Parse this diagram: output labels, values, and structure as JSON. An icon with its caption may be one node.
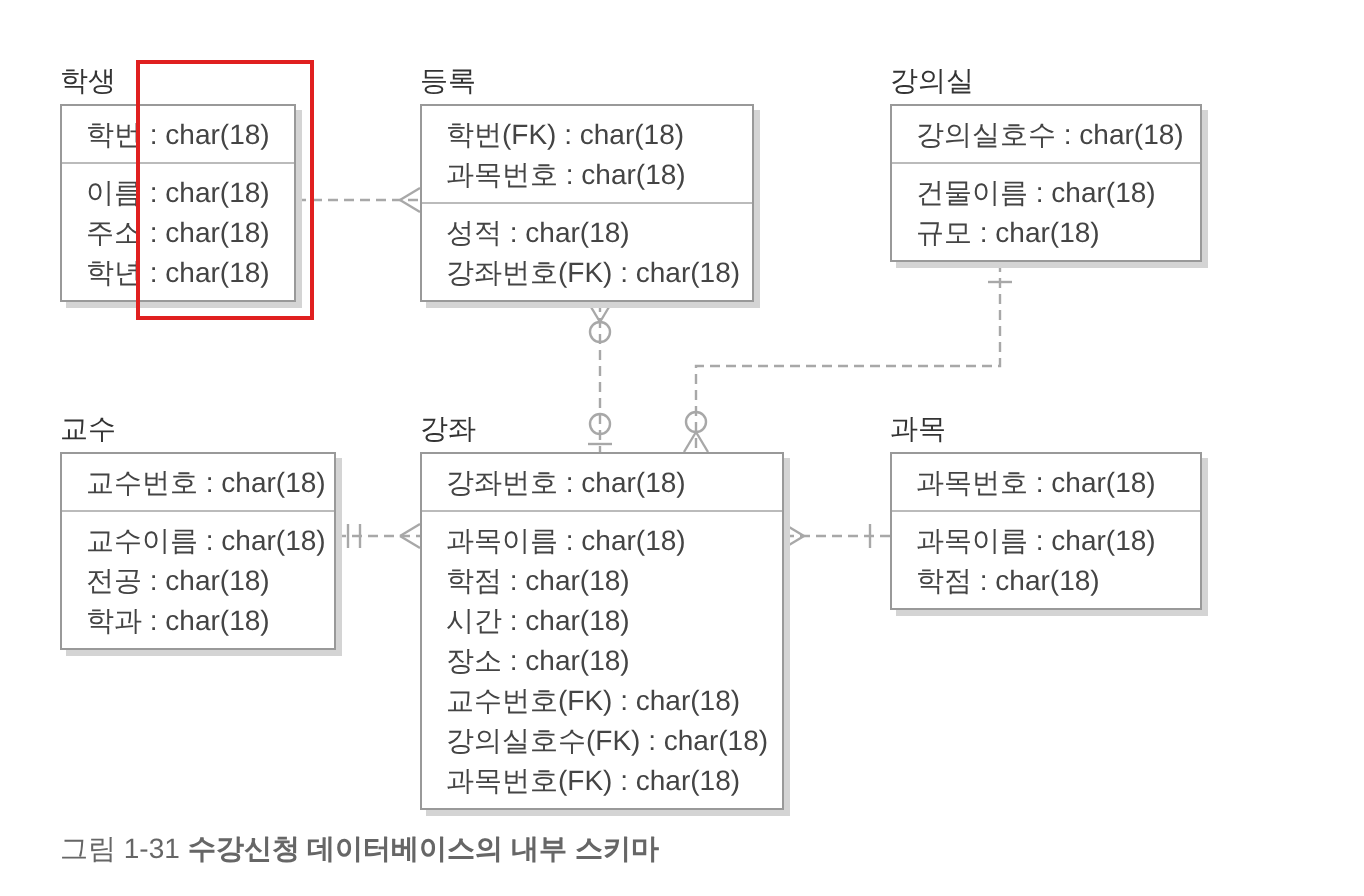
{
  "diagram": {
    "caption": "그림 1-31 **수강신청 데이터베이스의 내부 스키마**",
    "nodes": [
      {
        "text": [
          "학생",
          "학번 : char(18)",
          "이름 : char(18)",
          "주소 : char(18)",
          "학년 : char(18)"
        ]
      },
      {
        "text": [
          "등록",
          "학번(FK) : char(18)",
          "과목번호 : char(18)",
          "성적 : char(18)",
          "강좌번호(FK) : char(18)"
        ]
      },
      {
        "text": [
          "강의실",
          "강의실호수 : char(18)",
          "건물이름 : char(18)",
          "규모 : char(18)"
        ]
      },
      {
        "text": [
          "교수",
          "교수번호 : char(18)",
          "교수이름 : char(18)",
          "전공 : char(18)",
          "학과 : char(18)"
        ]
      },
      {
        "text": [
          "강좌",
          "강좌번호 : char(18)",
          "과목이름 : char(18)",
          "학점 : char(18)",
          "시간 : char(18)",
          "장소 : char(18)",
          "교수번호(FK) : char(18)",
          "강의실호수(FK) : char(18)",
          "과목번호(FK) : char(18)"
        ]
      },
      {
        "text": [
          "과목",
          "과목번호 : char(18)",
          "과목이름 : char(18)",
          "학점 : char(18)"
        ]
      }
    ],
    "edges": [
      {
        "from": 0,
        "to": 1,
        "arrow": "other",
        "style": "dashed"
      },
      {
        "from": 1,
        "to": 4,
        "arrow": "other",
        "style": "dashed"
      },
      {
        "from": 2,
        "to": 4,
        "arrow": "other",
        "style": "dashed"
      },
      {
        "from": 3,
        "to": 4,
        "arrow": "other",
        "style": "dashed"
      },
      {
        "from": 5,
        "to": 4,
        "arrow": "other",
        "style": "dashed"
      }
    ]
  }
}
